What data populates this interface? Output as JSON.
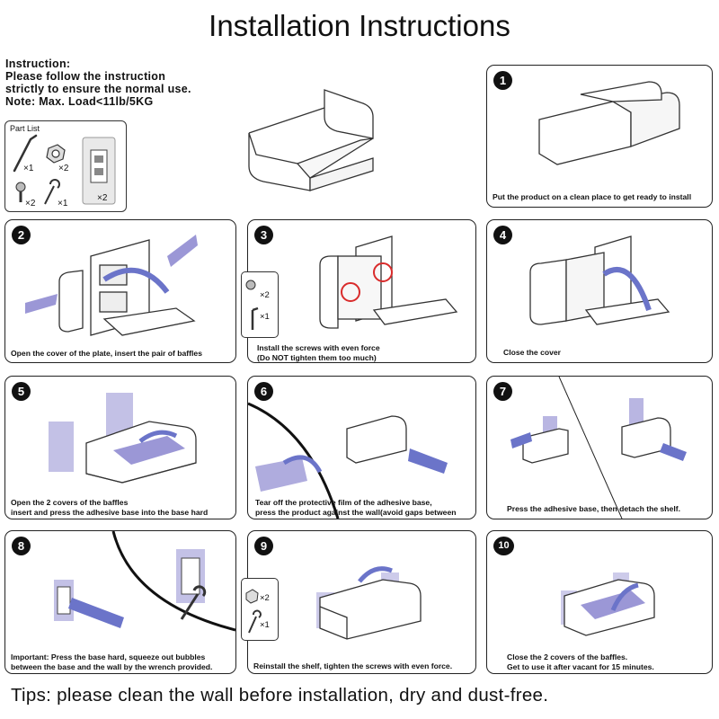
{
  "title": "Installation Instructions",
  "intro": {
    "line1": "Instruction:",
    "line2": "Please follow the instruction",
    "line3": "strictly to ensure the normal use.",
    "line4": "Note: Max. Load<11lb/5KG"
  },
  "parts": {
    "label": "Part List",
    "wrench_allen_qty": "×1",
    "nut_qty": "×2",
    "base_qty": "×2",
    "screw_qty": "×2",
    "wrench_qty": "×1"
  },
  "steps": [
    {
      "num": "1",
      "caption": "Put the product on a clean place to get ready to install"
    },
    {
      "num": "2",
      "caption": "Open the cover of the plate, insert the pair of baffles"
    },
    {
      "num": "3",
      "caption": "Install the screws with even force\n(Do NOT tighten them too much)"
    },
    {
      "num": "4",
      "caption": "Close the cover"
    },
    {
      "num": "5",
      "caption": "Open the 2 covers of the baffles\ninsert and press the adhesive base into the base hard"
    },
    {
      "num": "6",
      "caption": "Tear off the protective film of the adhesive base,\npress the product against the wall(avoid gaps between tiles)"
    },
    {
      "num": "7",
      "caption": "Press the adhesive base, then detach the shelf."
    },
    {
      "num": "8",
      "caption": "Important: Press the base hard, squeeze out bubbles\nbetween the base and the wall by the wrench provided."
    },
    {
      "num": "9",
      "caption": "Reinstall the shelf, tighten the screws with even force."
    },
    {
      "num": "10",
      "caption": "Close the 2 covers of the baffles.\nGet to use it after vacant for 15 minutes."
    }
  ],
  "step3_side": {
    "screw_qty": "×2",
    "allen_qty": "×1"
  },
  "step9_side": {
    "nut_qty": "×2",
    "wrench_qty": "×1"
  },
  "tips": "Tips: please clean the wall before installation, dry and dust-free.",
  "colors": {
    "accent_purple": "#9b97d6",
    "arrow_blue": "#6b74c9",
    "highlight_red": "#d92b2b",
    "line": "#333333"
  }
}
